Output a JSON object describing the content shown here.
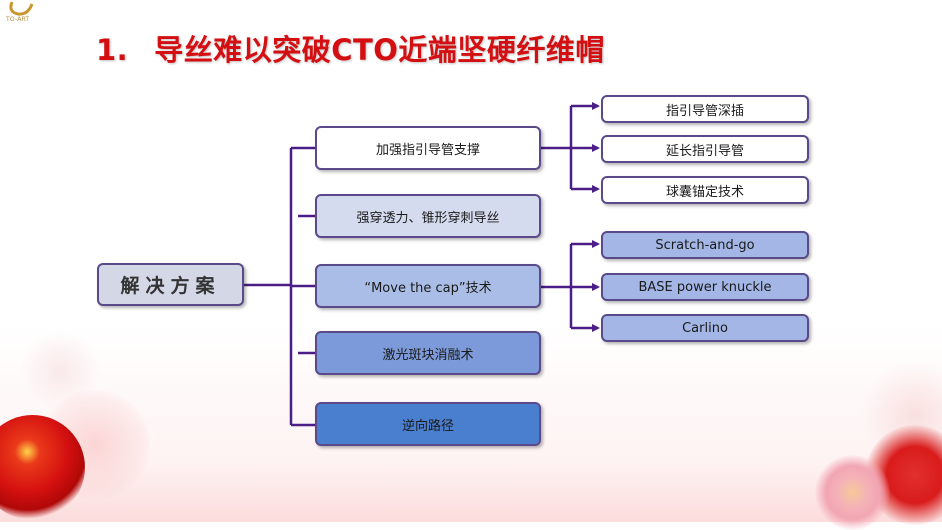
{
  "logo": {
    "text": "TO-ART"
  },
  "title": {
    "number": "1.",
    "text": "导丝难以突破CTO近端坚硬纤维帽",
    "color": "#d40f12"
  },
  "diagram": {
    "root": {
      "label": "解决方案"
    },
    "branches": [
      {
        "label": "加强指引导管支撑",
        "fill": "#ffffff",
        "children": [
          "指引导管深插",
          "延长指引导管",
          "球囊锚定技术"
        ],
        "child_fill": "#ffffff"
      },
      {
        "label": "强穿透力、锥形穿刺导丝",
        "fill": "#d5dbef",
        "children": []
      },
      {
        "label": "“Move the cap”技术",
        "fill": "#a9bde6",
        "children": [
          "Scratch-and-go",
          "BASE power knuckle",
          "Carlino"
        ],
        "child_fill": "#a3b6e6"
      },
      {
        "label": "激光斑块消融术",
        "fill": "#7c9ad9",
        "children": []
      },
      {
        "label": "逆向路径",
        "fill": "#4a7fcf",
        "children": []
      }
    ],
    "line_color": "#4b1d86"
  }
}
